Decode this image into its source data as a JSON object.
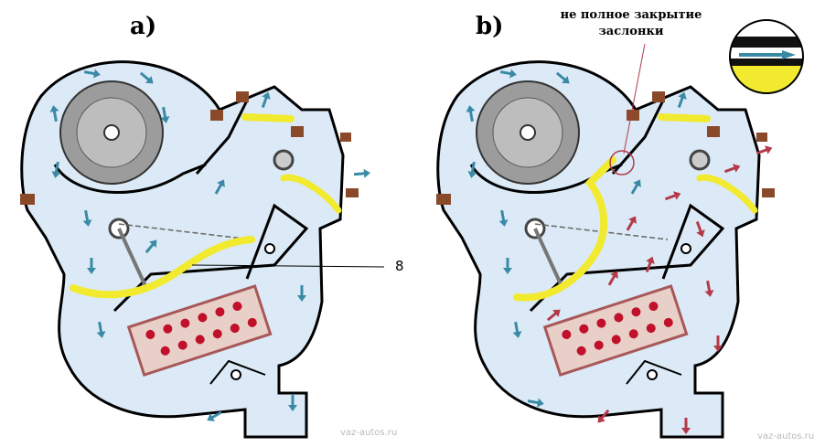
{
  "panel_a": {
    "label": "a)"
  },
  "panel_b": {
    "label": "b)"
  },
  "note_b": {
    "line1": "не полное закрытие",
    "line2": "заслонки"
  },
  "callout": {
    "number": "8"
  },
  "watermarks": [
    "vaz-autos.ru",
    "vaz-autos.ru"
  ],
  "colors": {
    "housing_fill": "#dbeaf6",
    "outline": "#000000",
    "flap": "#f2ea2e",
    "flap_stroke": "#b8a800",
    "arrow_cold": "#3a8aa6",
    "arrow_hot": "#b43a4a",
    "heater_core": "#a85858",
    "heater_dots": "#c0102a",
    "fan_grey": "#9c9c9c",
    "connector": "#8a4a2a"
  }
}
